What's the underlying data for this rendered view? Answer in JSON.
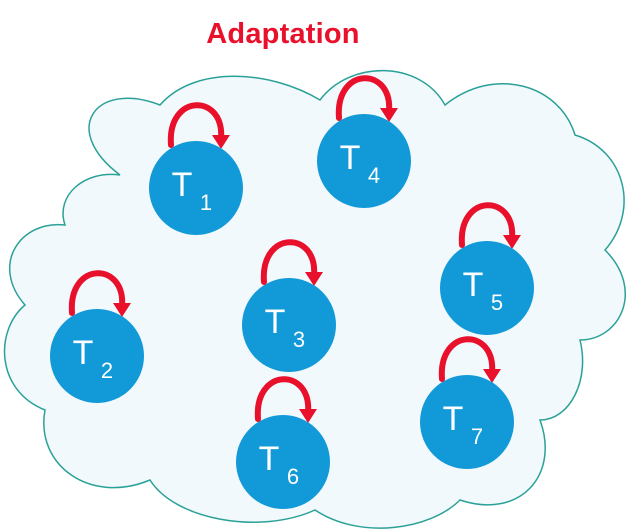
{
  "diagram": {
    "title": "Adaptation",
    "colors": {
      "title": "#e8102a",
      "cloud_fill": "#f2f9fc",
      "cloud_stroke": "#2aa198",
      "node_fill": "#1199d8",
      "arrow": "#e8102a",
      "label": "#ffffff"
    },
    "nodes": [
      {
        "id": "T1",
        "letter": "T",
        "sub": "1",
        "has_self_loop": true
      },
      {
        "id": "T2",
        "letter": "T",
        "sub": "2",
        "has_self_loop": true
      },
      {
        "id": "T3",
        "letter": "T",
        "sub": "3",
        "has_self_loop": true
      },
      {
        "id": "T4",
        "letter": "T",
        "sub": "4",
        "has_self_loop": true
      },
      {
        "id": "T5",
        "letter": "T",
        "sub": "5",
        "has_self_loop": true
      },
      {
        "id": "T6",
        "letter": "T",
        "sub": "6",
        "has_self_loop": true
      },
      {
        "id": "T7",
        "letter": "T",
        "sub": "7",
        "has_self_loop": true
      }
    ]
  }
}
